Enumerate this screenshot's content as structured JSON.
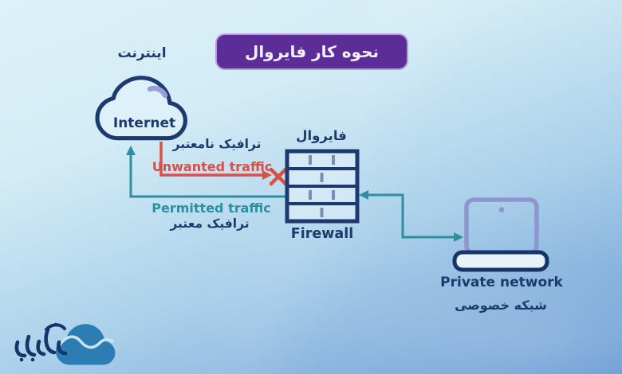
{
  "title": {
    "text": "نحوه کار فایروال",
    "background": "#5c2d97",
    "text_color": "#f5f1fb"
  },
  "internet": {
    "label_fa": "اینترنت",
    "label_en": "Internet",
    "icon": "cloud-icon"
  },
  "firewall": {
    "label_fa": "فایروال",
    "label_en": "Firewall",
    "icon": "brick-wall-icon"
  },
  "private_network": {
    "label_en": "Private network",
    "label_fa": "شبکه خصوصی",
    "icon": "laptop-icon"
  },
  "traffic": {
    "unwanted": {
      "label_fa": "ترافیک نامعتبر",
      "label_en": "Unwanted traffic",
      "color": "#d85049",
      "blocked_icon": "blocked-x-icon"
    },
    "permitted": {
      "label_fa": "ترافیک معتبر",
      "label_en": "Permitted traffic",
      "color": "#2e8fa0"
    }
  },
  "brand": {
    "logo_icon": "cloud-wave-logo-icon",
    "wordmark_icon": "persian-calligraphy-wordmark-icon",
    "logo_color": "#2b7db4"
  },
  "colors": {
    "background_top": "#ddf1f8",
    "background_bottom": "#6a9bd4",
    "navy": "#1c3a6e",
    "periwinkle": "#8d96cf",
    "purple": "#5c2d97",
    "red": "#d85049",
    "teal": "#2e8fa0"
  }
}
